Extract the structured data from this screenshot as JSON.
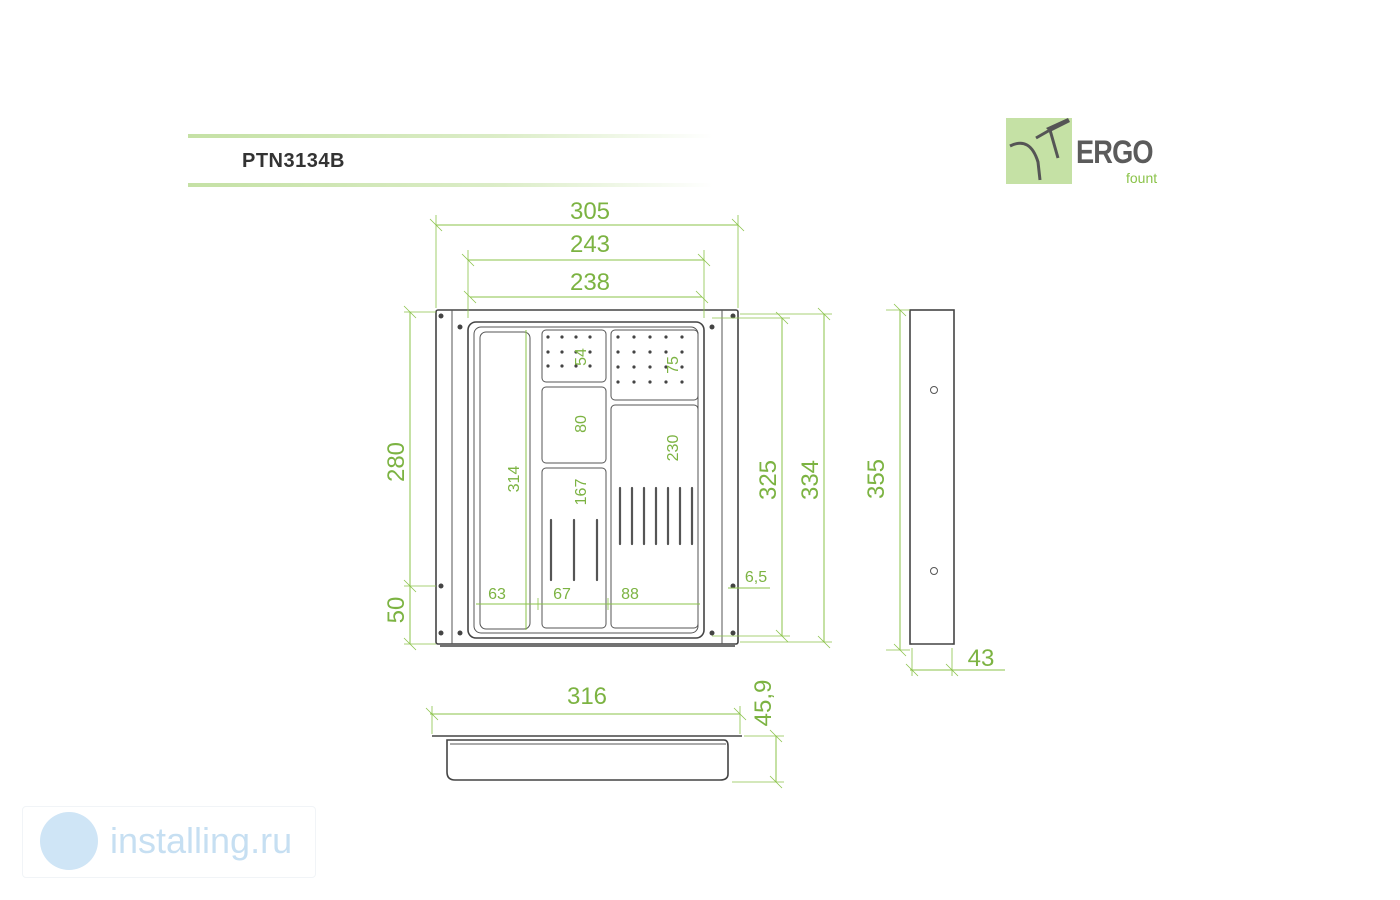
{
  "header": {
    "title": "PTN3134B"
  },
  "brand": {
    "name": "ERGO",
    "sub": "fount"
  },
  "watermark": {
    "text": "installing.ru"
  },
  "colors": {
    "dimension": "#7cb342",
    "line": "#444444",
    "accent": "#c5e1a5"
  },
  "dimensions": {
    "width_outer": "305",
    "width_mid": "243",
    "width_inner": "238",
    "height_left_top": "280",
    "height_left_bottom": "50",
    "depth_inner": "314",
    "cell_top_left": "54",
    "cell_top_right": "75",
    "cell_mid_left": "80",
    "cell_lower_left": "167",
    "cell_right": "230",
    "col_a": "63",
    "col_b": "67",
    "col_c": "88",
    "gap": "6,5",
    "height_325": "325",
    "height_334": "334",
    "side_height": "355",
    "side_width": "43",
    "front_width": "316",
    "front_height": "45,9"
  }
}
